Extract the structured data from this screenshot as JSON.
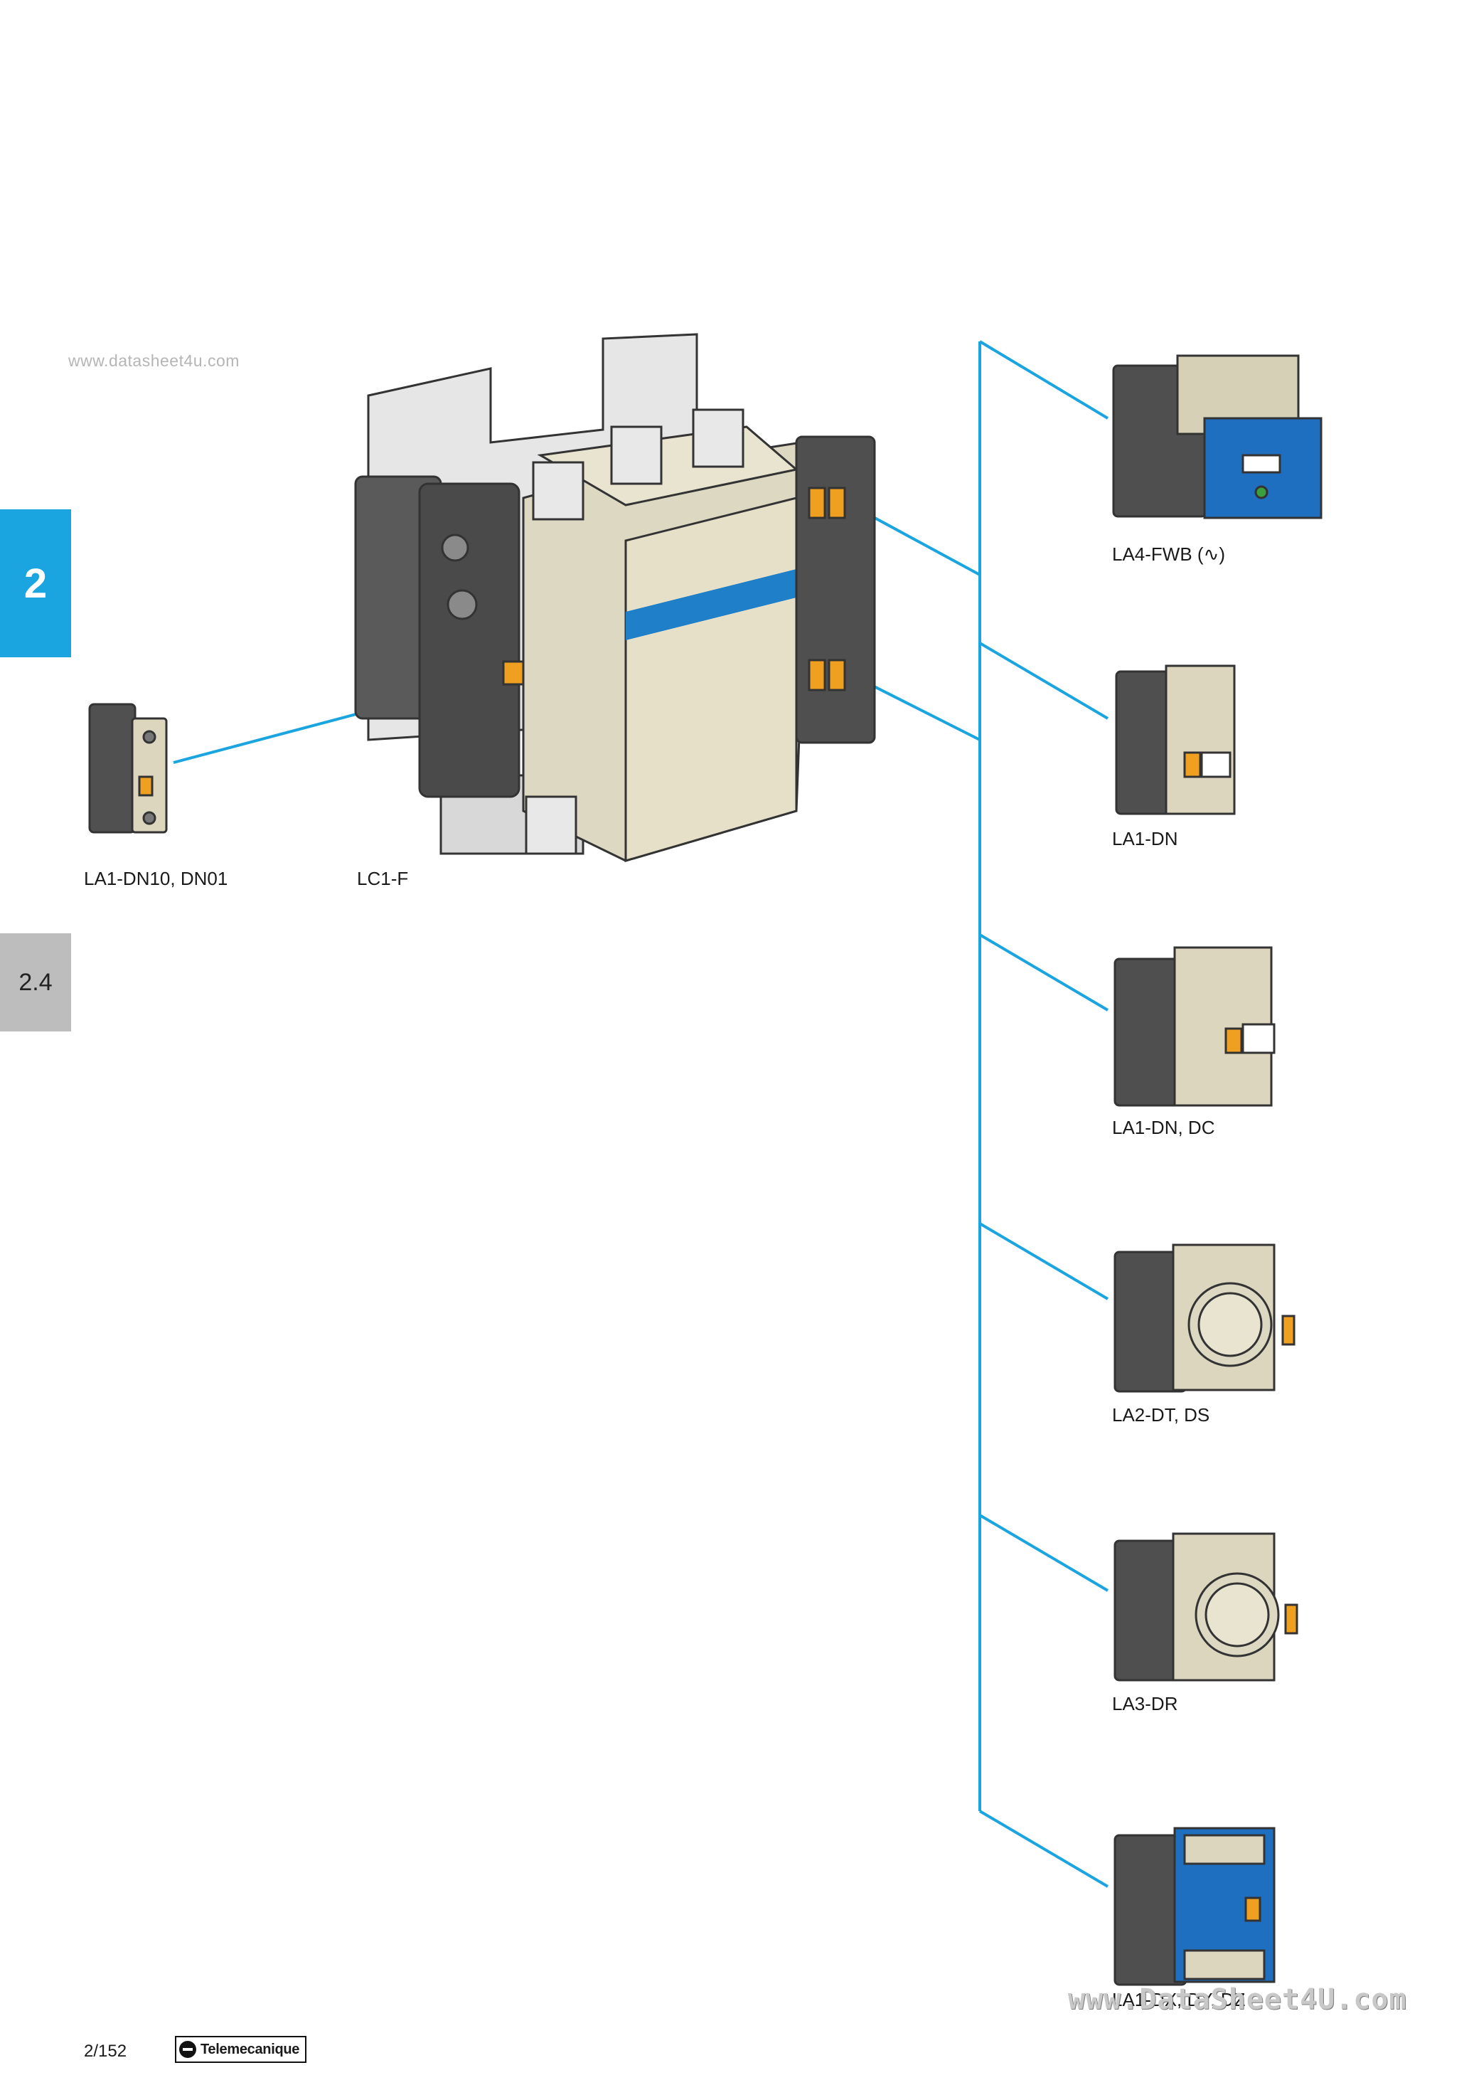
{
  "header": {
    "watermark": "www.datasheet4u.com"
  },
  "tabs": {
    "chapter": "2",
    "section": "2.4"
  },
  "products": {
    "main": {
      "label": "LC1-F"
    },
    "side_contact": {
      "label": "LA1-DN10, DN01"
    },
    "accessories": [
      {
        "label": "LA4-FWB (∿)"
      },
      {
        "label": "LA1-DN"
      },
      {
        "label": "LA1-DN, DC"
      },
      {
        "label": "LA2-DT, DS"
      },
      {
        "label": "LA3-DR"
      },
      {
        "label": "LA1-DX, DY, DZ"
      }
    ]
  },
  "footer": {
    "page_number": "2/152",
    "brand": "Telemecanique",
    "watermark": "www.DataSheet4U.com"
  },
  "colors": {
    "accent": "#1aa5e0",
    "line": "#1aa5e0",
    "section_tab": "#bdbdbd"
  }
}
